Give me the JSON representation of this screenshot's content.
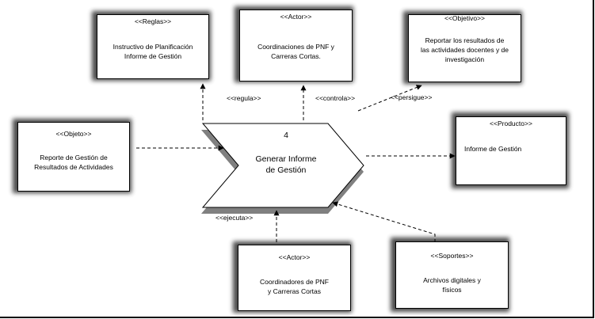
{
  "process": {
    "number": "4",
    "title": "Generar Informe\nde Gestión"
  },
  "reglas": {
    "stereotype": "<<Reglas>>",
    "text": "Instructivo de Planificación\nInforme de Gestión"
  },
  "actor_top": {
    "stereotype": "<<Actor>>",
    "text": "Coordinaciones de PNF y\nCarreras Cortas."
  },
  "objetivo": {
    "stereotype": "<<Objetivo>>",
    "text": "Reportar los  resultados de\nlas  actividades docentes y de\ninvestigación"
  },
  "objeto": {
    "stereotype": "<<Objeto>>",
    "text": "Reporte de Gestión de\nResultados de Actividades"
  },
  "producto": {
    "stereotype": "<<Producto>>",
    "text": "Informe de Gestión"
  },
  "actor_bottom": {
    "stereotype": "<<Actor>>",
    "text": "Coordinadores de PNF\ny Carreras Cortas"
  },
  "soportes": {
    "stereotype": "<<Soportes>>",
    "text": "Archivos digitales y\nfísicos"
  },
  "relations": {
    "regula": "<<regula>>",
    "controla": "<<controla>>",
    "persigue": "<<persigue>>",
    "ejecuta": "<<ejecuta>>"
  }
}
